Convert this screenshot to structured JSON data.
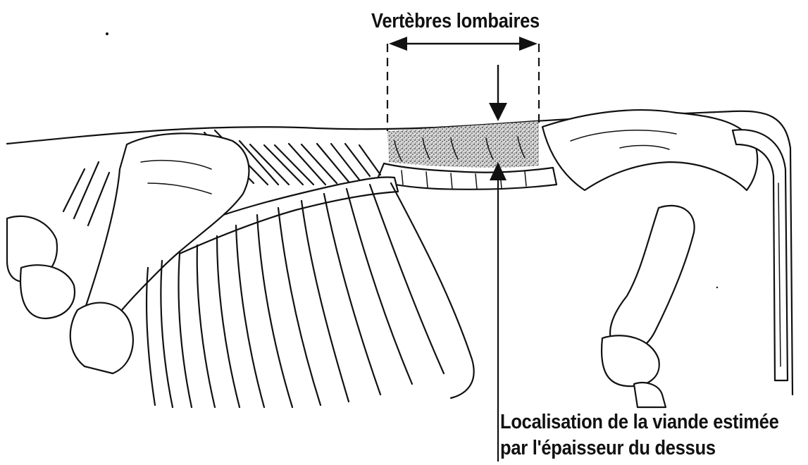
{
  "labels": {
    "lumbar_vertebrae": "Vertèbres lombaires",
    "meat_location_line1": "Localisation de la viande estimée",
    "meat_location_line2": "par l'épaisseur du dessus"
  },
  "colors": {
    "line": "#111111",
    "background": "#ffffff",
    "shaded_region": "#8a8a8a"
  }
}
